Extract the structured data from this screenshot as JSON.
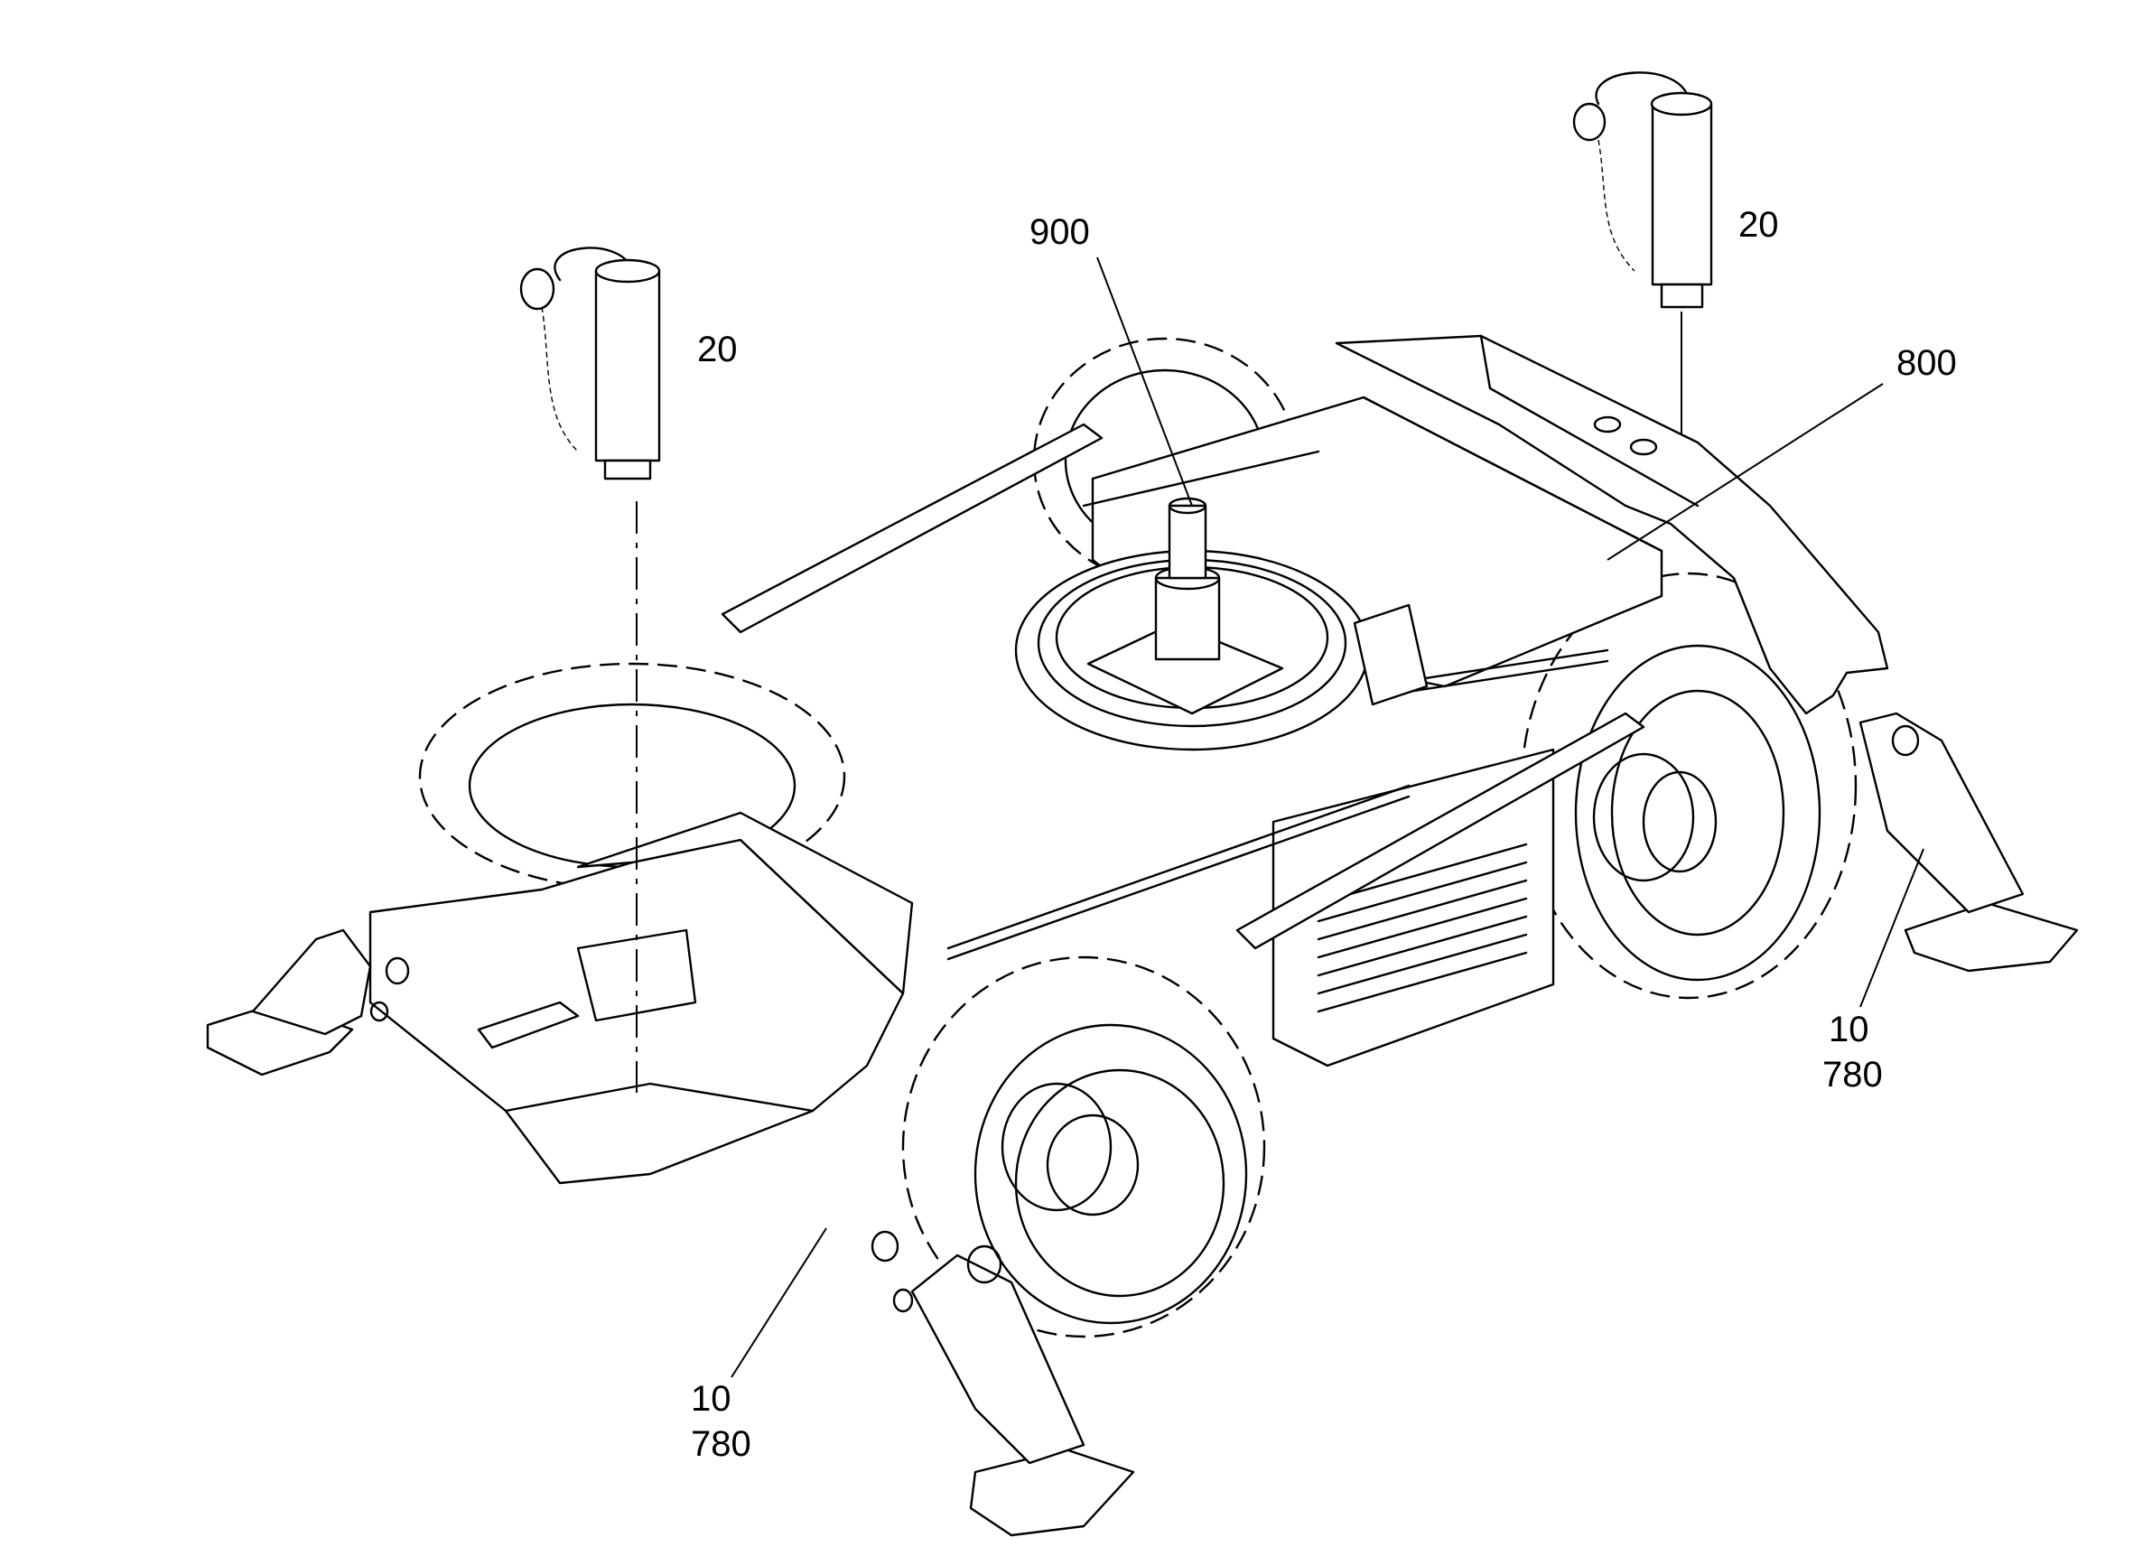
{
  "figure": {
    "labels": {
      "pin_left": "20",
      "pin_right": "20",
      "slewing_ring": "900",
      "frame_center": "800",
      "outrigger_front_number": "10",
      "outrigger_front_sub": "780",
      "outrigger_rear_number": "10",
      "outrigger_rear_sub": "780"
    }
  }
}
